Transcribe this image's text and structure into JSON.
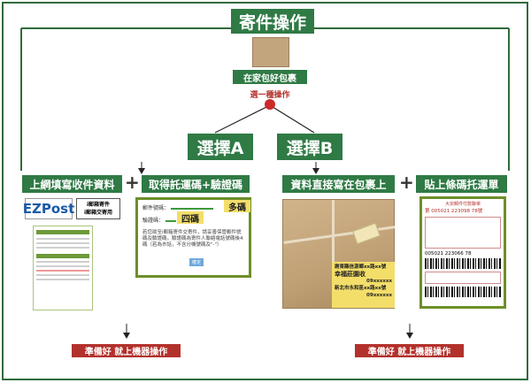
{
  "title": "寄件操作",
  "home_pack": "在家包好包裹",
  "choose_one": "選一種操作",
  "option_a": "選擇A",
  "option_b": "選擇B",
  "step_a1": "上網填寫收件資料",
  "step_a2": "取得託運碼+驗證碼",
  "step_b1": "資料直接寫在包裹上",
  "step_b2": "貼上條碼托運單",
  "plus": "+",
  "ready": "準備好 就上機器操作",
  "ezpost": {
    "logo": "EZPost",
    "side": [
      "i郵箱寄件",
      "i郵箱交寄用"
    ]
  },
  "code_panel": {
    "code_label": "郵件號碼：",
    "verify_label": "驗證碼：",
    "tag_many": "多碼",
    "tag_four": "四碼",
    "note": "若您欲至i郵箱寄件交寄件，請妥善保管郵件號碼及驗證碼，驗證碼為寄件人聯絡電話號碼後4碼（若為市話，不含分機號碼及\"-\"）",
    "button": "確定"
  },
  "parcel_label": {
    "line1": "謝東縣信源鄉xx路xx號",
    "line2": "幸福莊園收",
    "line3": "09xxxxxx",
    "line4": "新北市永和區xx路xx號",
    "line5": "09xxxxxx"
  },
  "waybill": {
    "header": "大宗郵件付款聯單",
    "no": "第 005021 223098 78號",
    "code": "005021 223066 78"
  },
  "colors": {
    "green": "#2f7a45",
    "red": "#b3312c",
    "frame": "#2f6b3c"
  }
}
